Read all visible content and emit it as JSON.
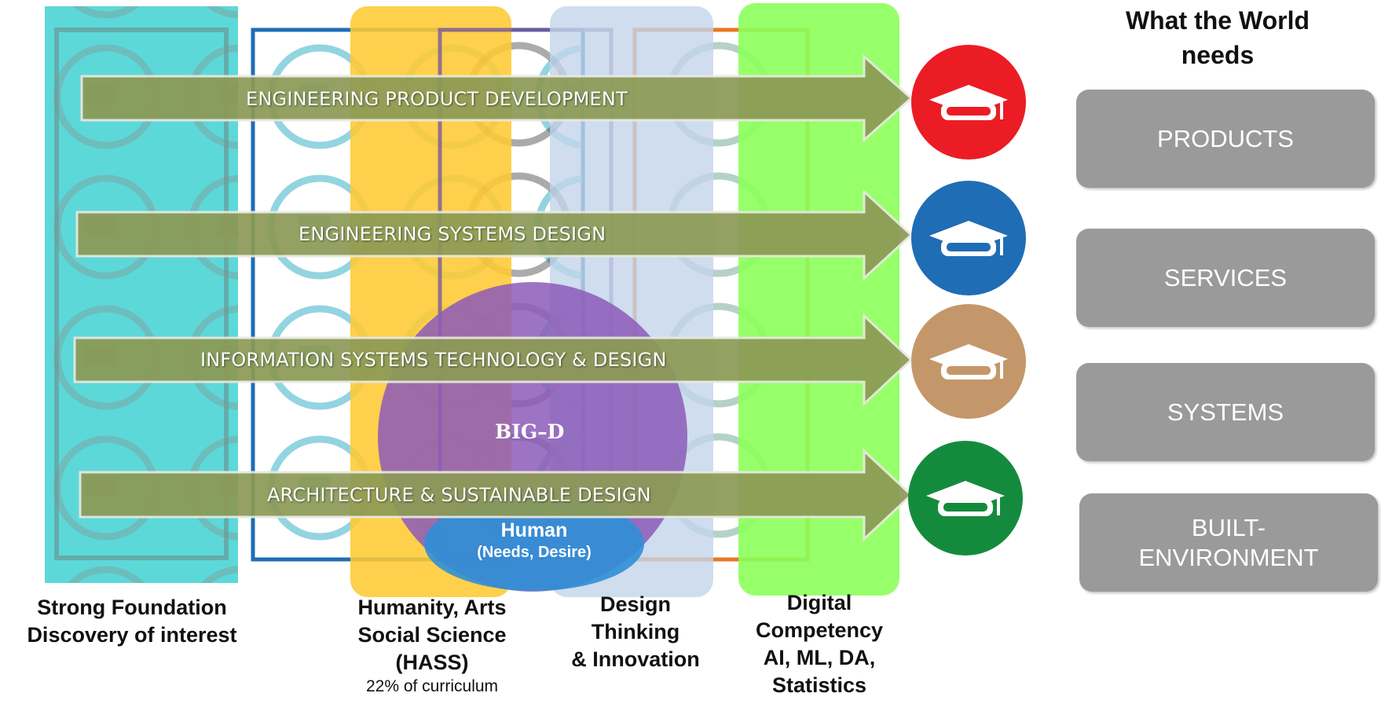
{
  "pillars": {
    "foundation": {
      "line1": "Strong Foundation",
      "line2": "Discovery of interest"
    },
    "hass": {
      "line1": "Humanity, Arts",
      "line2": "Social Science",
      "line3": "(HASS)",
      "note": "22% of curriculum"
    },
    "design": {
      "line1": "Design",
      "line2": "Thinking",
      "line3": "& Innovation"
    },
    "digital": {
      "line1": "Digital",
      "line2": "Competency",
      "line3": "AI, ML, DA,",
      "line4": "Statistics"
    }
  },
  "arrows": [
    {
      "label": "ENGINEERING PRODUCT DEVELOPMENT",
      "color": "#ec1c24"
    },
    {
      "label": "ENGINEERING SYSTEMS DESIGN",
      "color": "#1f6db5"
    },
    {
      "label": "INFORMATION SYSTEMS TECHNOLOGY & DESIGN",
      "color": "#c4976a"
    },
    {
      "label": "ARCHITECTURE & SUSTAINABLE DESIGN",
      "color": "#148b3c"
    }
  ],
  "center": {
    "big_d": "BIG–D",
    "human_title": "Human",
    "human_sub": "(Needs, Desire)"
  },
  "world": {
    "title_line1": "What the World",
    "title_line2": "needs",
    "items": [
      "PRODUCTS",
      "SERVICES",
      "SYSTEMS",
      "BUILT-",
      "ENVIRONMENT"
    ]
  },
  "icons": {
    "graduate": "graduation-cap-icon",
    "background_pattern": "circle-pattern"
  },
  "colors": {
    "foundation": "#5dd8d8",
    "hass": "#ffc933",
    "design": "#c3d4ea",
    "digital": "#8cff5a",
    "arrow": "#8c9a55",
    "bigd": "#8c5bb8",
    "human": "#2f8fd6",
    "needs_box": "#9a9a9a"
  }
}
